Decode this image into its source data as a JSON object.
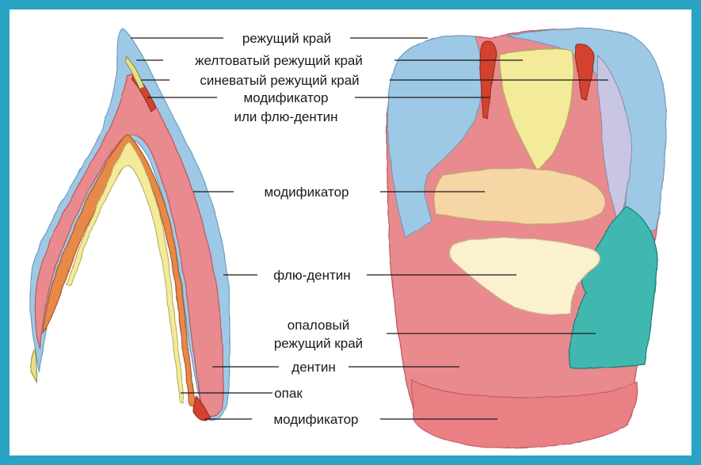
{
  "labels": {
    "cutting_edge": "режущий край",
    "yellowish_edge": "желтоватый режущий край",
    "bluish_edge": "синеватый режущий край",
    "modifier_top_1": "модификатор",
    "modifier_top_2": "или флю-дентин",
    "modifier_mid": "модификатор",
    "flu_dentin": "флю-дентин",
    "opal_edge_1": "опаловый",
    "opal_edge_2": "режущий край",
    "dentin": "дентин",
    "opaque": "опак",
    "modifier_bottom": "модификатор"
  },
  "colors": {
    "frame": "#29a3c4",
    "enamel_blue": "#9ec9e6",
    "dentin_pink": "#e88a8e",
    "dentin_light": "#efa9a7",
    "yellow": "#f3ea9a",
    "orange": "#e8884a",
    "red_modifier": "#d4432f",
    "teal": "#3fb8b0",
    "lavender": "#c9c6e3"
  }
}
